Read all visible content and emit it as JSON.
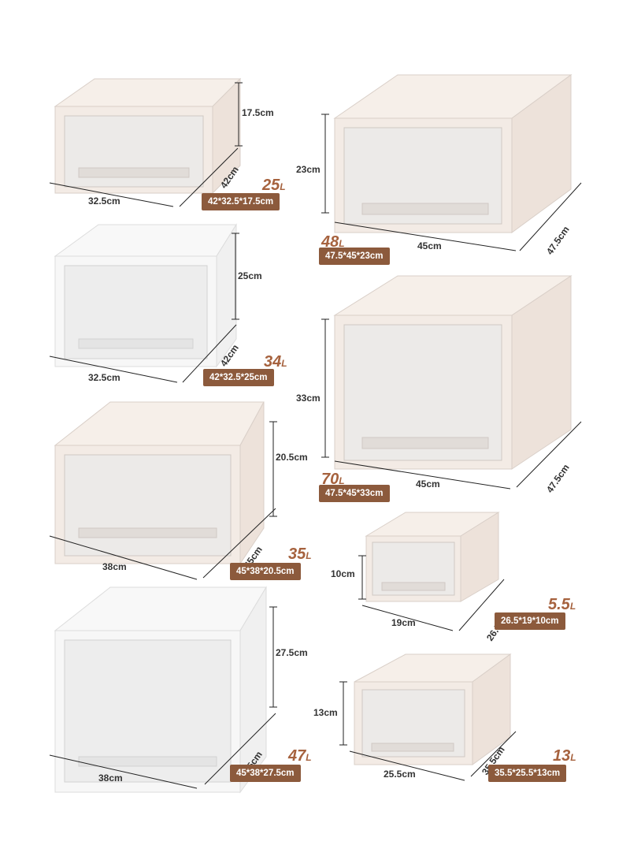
{
  "products": [
    {
      "volume": "25",
      "unit": "L",
      "spec": "42*32.5*17.5cm",
      "height": "17.5cm",
      "width": "32.5cm",
      "depth": "42cm"
    },
    {
      "volume": "48",
      "unit": "L",
      "spec": "47.5*45*23cm",
      "height": "23cm",
      "width": "45cm",
      "depth": "47.5cm"
    },
    {
      "volume": "34",
      "unit": "L",
      "spec": "42*32.5*25cm",
      "height": "25cm",
      "width": "32.5cm",
      "depth": "42cm"
    },
    {
      "volume": "70",
      "unit": "L",
      "spec": "47.5*45*33cm",
      "height": "33cm",
      "width": "45cm",
      "depth": "47.5cm"
    },
    {
      "volume": "35",
      "unit": "L",
      "spec": "45*38*20.5cm",
      "height": "20.5cm",
      "width": "38cm",
      "depth": "45cm"
    },
    {
      "volume": "5.5",
      "unit": "L",
      "spec": "26.5*19*10cm",
      "height": "10cm",
      "width": "19cm",
      "depth": "26.5cm"
    },
    {
      "volume": "47",
      "unit": "L",
      "spec": "45*38*27.5cm",
      "height": "27.5cm",
      "width": "38cm",
      "depth": "45cm"
    },
    {
      "volume": "13",
      "unit": "L",
      "spec": "35.5*25.5*13cm",
      "height": "13cm",
      "width": "25.5cm",
      "depth": "35.5cm"
    }
  ],
  "colors": {
    "accent": "#8c5a3c",
    "volume_text": "#a6623e",
    "box_frame": "#f3ebe5",
    "box_frame_white": "#f7f7f7"
  }
}
